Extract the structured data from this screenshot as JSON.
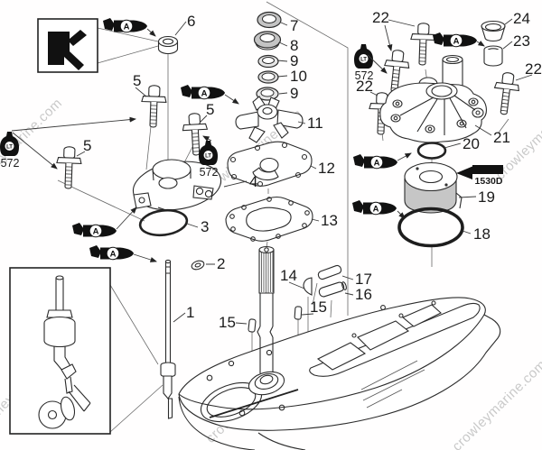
{
  "diagram_type": "exploded-parts-diagram",
  "watermark": {
    "text": "crowleymarine.com",
    "color": "#c9c9c9"
  },
  "icons": {
    "applicator_label": "A",
    "sealant_label": "LT",
    "sealant_number": "572",
    "tool_code": "1530D"
  },
  "callouts": {
    "c1": "1",
    "c2": "2",
    "c3": "3",
    "c4": "4",
    "c5a": "5",
    "c5b": "5",
    "c5c": "5",
    "c6": "6",
    "c7": "7",
    "c8": "8",
    "c9a": "9",
    "c10": "10",
    "c9b": "9",
    "c11": "11",
    "c12": "12",
    "c13": "13",
    "c14": "14",
    "c15a": "15",
    "c15b": "15",
    "c16": "16",
    "c17": "17",
    "c18": "18",
    "c19": "19",
    "c20": "20",
    "c21": "21",
    "c22a": "22",
    "c22b": "22",
    "c22c": "22",
    "c23": "23",
    "c24": "24"
  },
  "colors": {
    "line": "#2b2b2b",
    "label": "#1b1b1b",
    "shade_dark": "#c4c4c4",
    "shade_light": "#e6e6e6",
    "background": "#ffffff"
  }
}
